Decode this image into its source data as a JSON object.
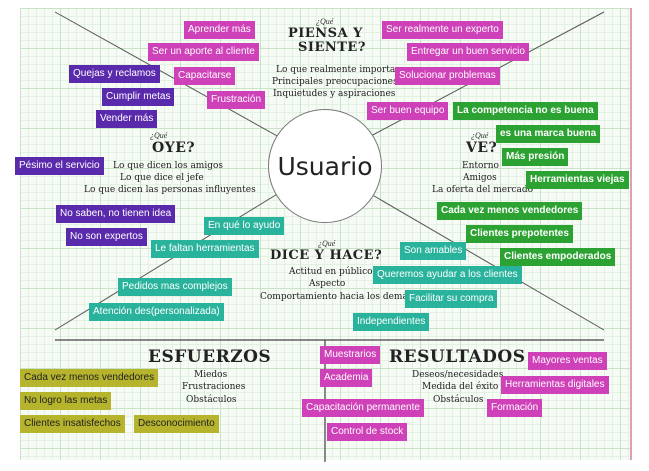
{
  "center": {
    "label": "Usuario"
  },
  "sections": {
    "think": {
      "que": "¿Qué",
      "title1": "PIENSA Y",
      "title2": "SIENTE?",
      "items": [
        "Lo que realmente importa",
        "Principales preocupaciones",
        "Inquietudes y aspiraciones"
      ]
    },
    "hear": {
      "que": "¿Qué",
      "title": "OYE?",
      "items": [
        "Lo que dicen los amigos",
        "Lo que dice el jefe",
        "Lo que dicen las personas influyentes"
      ]
    },
    "see": {
      "que": "¿Qué",
      "title": "VE?",
      "items": [
        "Entorno",
        "Amigos",
        "La oferta del mercado"
      ]
    },
    "say": {
      "que": "¿Qué",
      "title": "DICE Y HACE?",
      "items": [
        "Actitud en público",
        "Aspecto",
        "Comportamiento hacia los demás"
      ]
    },
    "pains": {
      "title": "ESFUERZOS",
      "items": [
        "Miedos",
        "Frustraciones",
        "Obstáculos"
      ]
    },
    "gains": {
      "title": "RESULTADOS",
      "items": [
        "Deseos/necesidades",
        "Medida del éxito",
        "Obstáculos"
      ]
    }
  },
  "notes": {
    "think": [
      "Aprender más",
      "Ser un aporte al cliente",
      "Capacitarse",
      "Frustración",
      "Ser realmente un experto",
      "Entregar un buen servicio",
      "Solucionar problemas",
      "Ser buen equipo"
    ],
    "hear": [
      "Quejas y reclamos",
      "Cumplir metas",
      "Vender más",
      "Pésimo el servicio",
      "No saben, no tienen idea",
      "No son expertos"
    ],
    "see": [
      "La competencia no es buena",
      "es una marca buena",
      "Más presión",
      "Herramientas viejas",
      "Cada vez menos vendedores",
      "Clientes prepotentes",
      "Clientes empoderados"
    ],
    "say": [
      "En qué lo ayudo",
      "Le faltan herramientas",
      "Pedidos mas complejos",
      "Atención des(personalizada)",
      "Son amables",
      "Queremos ayudar a los clientes",
      "Facilitar su compra",
      "Independientes"
    ],
    "pains": [
      "Cada vez menos vendedores",
      "No logro las metas",
      "Clientes insatisfechos",
      "Desconocimiento"
    ],
    "gains": [
      "Muestrarios",
      "Academia",
      "Capacitación permanente",
      "Control de stock",
      "Mayores ventas",
      "Herramientas digitales",
      "Formación"
    ]
  },
  "colors": {
    "magenta": "#cf41b8",
    "purple": "#5a2aad",
    "green": "#2ba231",
    "teal": "#2ab39c",
    "olive": "#b5b42c"
  }
}
